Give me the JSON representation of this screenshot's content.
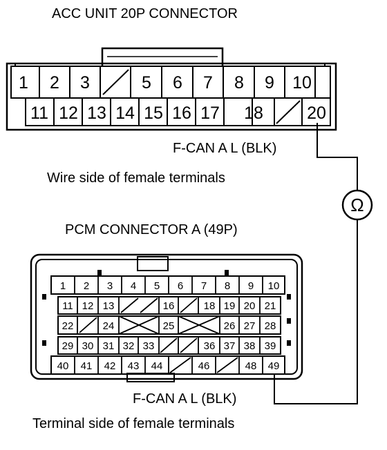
{
  "acc_connector": {
    "title": "ACC UNIT 20P CONNECTOR",
    "top_row": [
      "1",
      "2",
      "3",
      "",
      "5",
      "6",
      "7",
      "8",
      "9",
      "10"
    ],
    "bottom_row": [
      "",
      "11",
      "12",
      "13",
      "14",
      "15",
      "16",
      "17",
      "18",
      "",
      "20"
    ],
    "wire_label": "F-CAN A L (BLK)",
    "view_label": "Wire side of female terminals"
  },
  "ohmmeter": {
    "symbol": "Ω"
  },
  "pcm_connector": {
    "title": "PCM CONNECTOR A (49P)",
    "row1": [
      "1",
      "2",
      "3",
      "4",
      "5",
      "6",
      "7",
      "8",
      "9",
      "10"
    ],
    "row2": [
      "11",
      "12",
      "13",
      "",
      "16",
      "",
      "18",
      "19",
      "20",
      "21"
    ],
    "row3": [
      "22",
      "",
      "24",
      "",
      "25",
      "",
      "26",
      "27",
      "28"
    ],
    "row4": [
      "29",
      "30",
      "31",
      "32",
      "33",
      "",
      "",
      "36",
      "37",
      "38",
      "39"
    ],
    "row5": [
      "40",
      "41",
      "42",
      "43",
      "44",
      "",
      "46",
      "",
      "48",
      "49"
    ],
    "wire_label": "F-CAN A L (BLK)",
    "view_label": "Terminal side of female terminals"
  }
}
